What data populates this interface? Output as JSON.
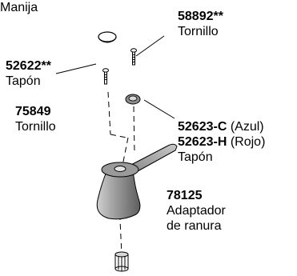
{
  "parts": [
    {
      "id": "handle",
      "name": "Manija"
    },
    {
      "id": "screw_top",
      "number": "58892**",
      "name": "Tornillo"
    },
    {
      "id": "cap_round",
      "number": "52622**",
      "name": "Tapón"
    },
    {
      "id": "screw_mid",
      "number": "75849",
      "name": "Tornillo"
    },
    {
      "id": "button_cap",
      "number_blue": "52623-C",
      "color_blue": "(Azul)",
      "number_red": "52623-H",
      "color_red": "(Rojo)",
      "name": "Tapón"
    },
    {
      "id": "adapter",
      "number": "78125",
      "name_line1": "Adaptador",
      "name_line2": "de ranura"
    }
  ],
  "colors": {
    "ink": "#000000",
    "fill_light": "#ffffff",
    "fill_shade": "#d9d9d9",
    "fill_dark": "#8c8c8c"
  }
}
